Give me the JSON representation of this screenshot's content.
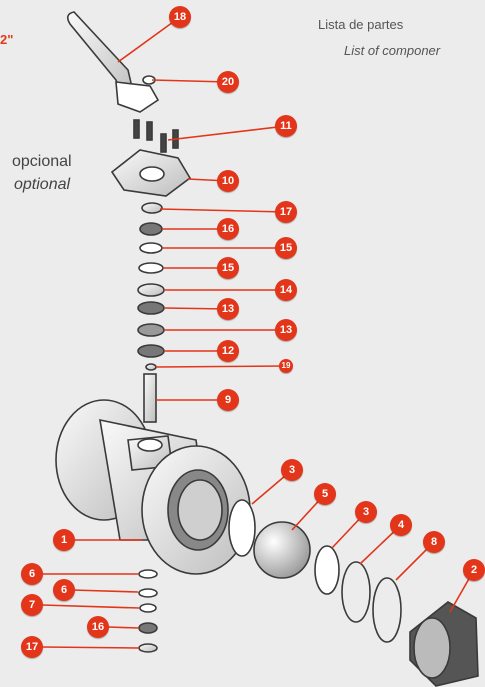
{
  "header": {
    "title_es": "Lista de partes",
    "title_en": "List of componer",
    "size_fragment": "2\""
  },
  "optional": {
    "es": "opcional",
    "en": "optional"
  },
  "parts": [
    {
      "id": "p18",
      "number": "18"
    },
    {
      "id": "p20",
      "number": "20"
    },
    {
      "id": "p11",
      "number": "11"
    },
    {
      "id": "p10",
      "number": "10"
    },
    {
      "id": "p17a",
      "number": "17"
    },
    {
      "id": "p16a",
      "number": "16"
    },
    {
      "id": "p15a",
      "number": "15"
    },
    {
      "id": "p15b",
      "number": "15"
    },
    {
      "id": "p14",
      "number": "14"
    },
    {
      "id": "p13a",
      "number": "13"
    },
    {
      "id": "p13b",
      "number": "13"
    },
    {
      "id": "p12",
      "number": "12"
    },
    {
      "id": "p19",
      "number": "19"
    },
    {
      "id": "p9",
      "number": "9"
    },
    {
      "id": "p3a",
      "number": "3"
    },
    {
      "id": "p5",
      "number": "5"
    },
    {
      "id": "p3b",
      "number": "3"
    },
    {
      "id": "p4",
      "number": "4"
    },
    {
      "id": "p8",
      "number": "8"
    },
    {
      "id": "p2",
      "number": "2"
    },
    {
      "id": "p1",
      "number": "1"
    },
    {
      "id": "p6a",
      "number": "6"
    },
    {
      "id": "p6b",
      "number": "6"
    },
    {
      "id": "p7",
      "number": "7"
    },
    {
      "id": "p16b",
      "number": "16"
    },
    {
      "id": "p17b",
      "number": "17"
    }
  ],
  "colors": {
    "badge": "#e33519",
    "leader": "#e33519",
    "outline": "#3a3a3a",
    "background": "#ececec"
  }
}
